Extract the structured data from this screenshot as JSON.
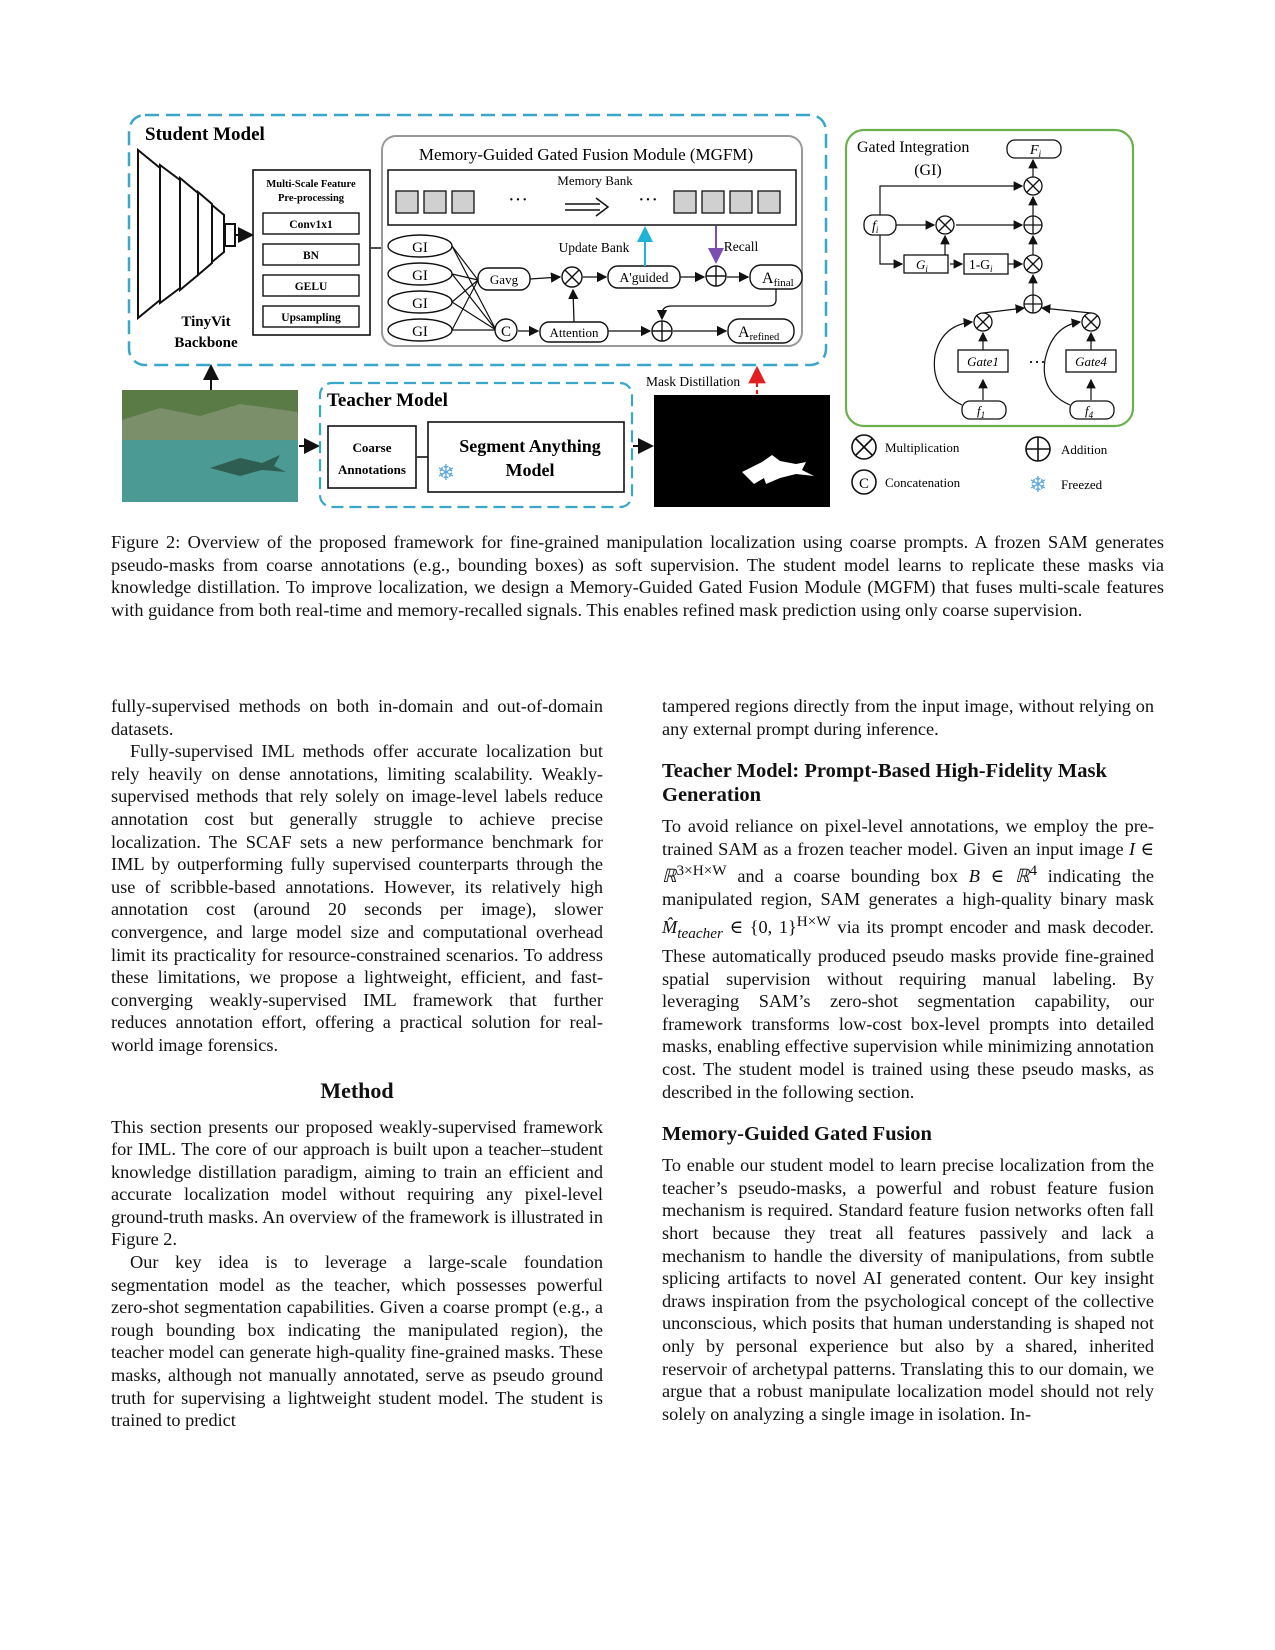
{
  "figure": {
    "student_title": "Student  Model",
    "mgfm_title": "Memory-Guided Gated Fusion Module (MGFM)",
    "memory_bank": "Memory  Bank",
    "ellipsis": "···",
    "preproc_title_1": "Multi-Scale Feature",
    "preproc_title_2": "Pre-processing",
    "preproc_ops": [
      "Conv1x1",
      "BN",
      "GELU",
      "Upsampling"
    ],
    "backbone_1": "TinyVit",
    "backbone_2": "Backbone",
    "gi": "GI",
    "gavg": "Gavg",
    "update_bank": "Update Bank",
    "recall": "Recall",
    "a_guided": "A'guided",
    "a_final": "A",
    "a_final_sub": "final",
    "attention": "Attention",
    "a_refined": "A",
    "a_refined_sub": "refined",
    "concat_letter": "C",
    "gi_panel_title_1": "Gated Integration",
    "gi_panel_title_2": "(GI)",
    "Fi": "F",
    "Fi_sub": "i",
    "fi": "f",
    "fi_sub": "i",
    "Gi": "G",
    "Gi_sub": "i",
    "one_minus_Gi": "1-G",
    "one_minus_Gi_sub": "i",
    "gate1": "Gate1",
    "gate4": "Gate4",
    "f1": "f",
    "f1_sub": "1",
    "f4": "f",
    "f4_sub": "4",
    "legend_mult": "Multiplication",
    "legend_add": "Addition",
    "legend_concat": "Concatenation",
    "legend_freeze": "Freezed",
    "teacher_title": "Teacher Model",
    "coarse_1": "Coarse",
    "coarse_2": "Annotations",
    "sam_1": "Segment Anything",
    "sam_2": "Model",
    "mask_distillation": "Mask Distillation"
  },
  "caption": "Figure 2: Overview of the proposed framework for fine-grained manipulation localization using coarse prompts. A frozen SAM generates pseudo-masks from coarse annotations (e.g., bounding boxes) as soft supervision. The student model learns to replicate these masks via knowledge distillation. To improve localization, we design a Memory-Guided Gated Fusion Module (MGFM) that fuses multi-scale features with guidance from both real-time and memory-recalled signals. This enables refined mask prediction using only coarse supervision.",
  "left_column": {
    "p1": "fully-supervised methods on both in-domain and out-of-domain datasets.",
    "p2": "Fully-supervised IML methods offer accurate localization but rely heavily on dense annotations, limiting scalability. Weakly-supervised methods that rely solely on image-level labels reduce annotation cost but generally struggle to achieve precise localization. The SCAF sets a new performance benchmark for IML by outperforming fully supervised counterparts through the use of scribble-based annotations. However, its relatively high annotation cost (around 20 seconds per image), slower convergence, and large model size and computational overhead limit its practicality for resource-constrained scenarios. To address these limitations, we propose a lightweight, efficient, and fast-converging weakly-supervised IML framework that further reduces annotation effort, offering a practical solution for real-world image forensics.",
    "method_heading": "Method",
    "p3": "This section presents our proposed weakly-supervised framework for IML. The core of our approach is built upon a teacher–student knowledge distillation paradigm, aiming to train an efficient and accurate localization model without requiring any pixel-level ground-truth masks. An overview of the framework is illustrated in Figure 2.",
    "p4": "Our key idea is to leverage a large-scale foundation segmentation model as the teacher, which possesses powerful zero-shot segmentation capabilities. Given a coarse prompt (e.g., a rough bounding box indicating the manipulated region), the teacher model can generate high-quality fine-grained masks. These masks, although not manually annotated, serve as pseudo ground truth for supervising a lightweight student model. The student is trained to predict"
  },
  "right_column": {
    "p1": "tampered regions directly from the input image, without relying on any external prompt during inference.",
    "teacher_heading": "Teacher Model: Prompt-Based High-Fidelity Mask Generation",
    "p2_a": "To avoid reliance on pixel-level annotations, we employ the pre-trained SAM as a frozen teacher model. Given an input image ",
    "p2_I": "I ∈ ℝ",
    "p2_Isup": "3×H×W",
    "p2_b": " and a coarse bounding box ",
    "p2_B": "B ∈ ℝ",
    "p2_Bsup": "4",
    "p2_c": " indicating the manipulated region, SAM generates a high-quality binary mask ",
    "p2_M": "M̂",
    "p2_Msub": "teacher",
    "p2_Mset": " ∈ {0, 1}",
    "p2_Msup": "H×W",
    "p2_d": " via its prompt encoder and mask decoder. These automatically produced pseudo masks provide fine-grained spatial supervision without requiring manual labeling. By leveraging SAM’s zero-shot segmentation capability, our framework transforms low-cost box-level prompts into detailed masks, enabling effective supervision while minimizing annotation cost. The student model is trained using these pseudo masks, as described in the following section.",
    "mgf_heading": "Memory-Guided Gated Fusion",
    "p3": "To enable our student model to learn precise localization from the teacher’s pseudo-masks, a powerful and robust feature fusion mechanism is required. Standard feature fusion networks often fall short because they treat all features passively and lack a mechanism to handle the diversity of manipulations, from subtle splicing artifacts to novel AI generated content. Our key insight draws inspiration from the psychological concept of the collective unconscious, which posits that human understanding is shaped not only by personal experience but also by a shared, inherited reservoir of archetypal patterns. Translating this to our domain, we argue that a robust manipulate localization model should not rely solely on analyzing a single image in isolation. In-"
  },
  "colors": {
    "student_border": "#3aa7c9",
    "gi_border": "#6ab04c",
    "mask_arrow": "#e02020",
    "update_arrow": "#1fb3d8",
    "recall_arrow": "#7a4fb0"
  }
}
